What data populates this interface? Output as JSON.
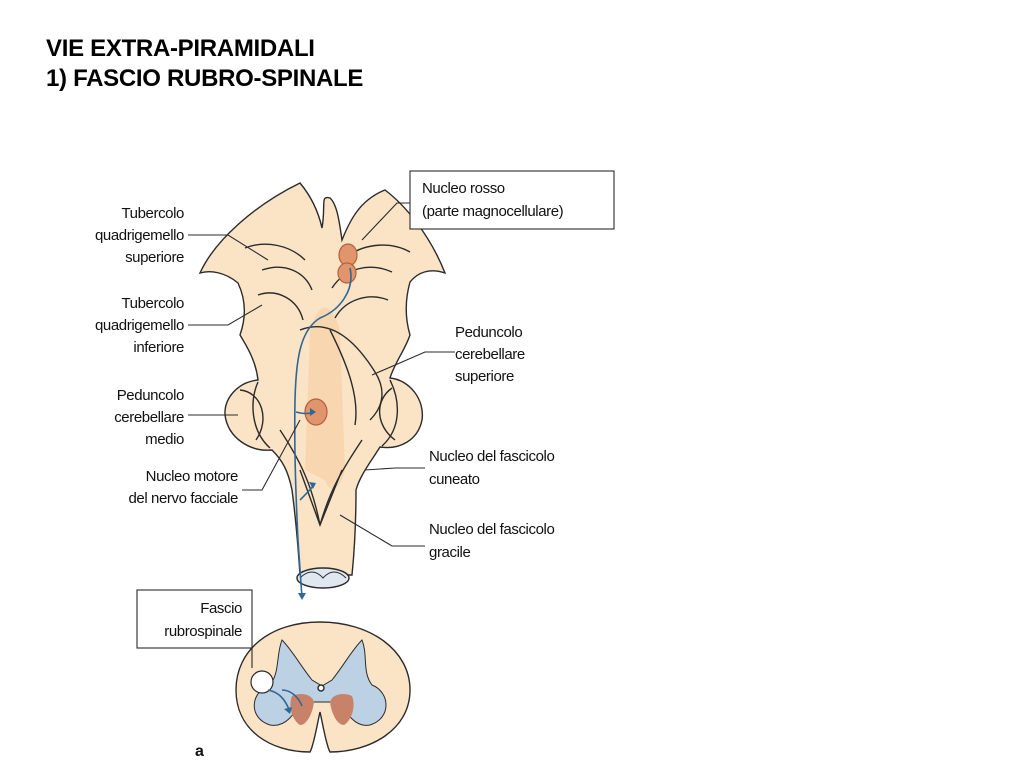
{
  "slide": {
    "title_line1": "VIE EXTRA-PIRAMIDALI",
    "title_line2": "1) FASCIO RUBRO-SPINALE"
  },
  "labels": {
    "nucleo_rosso": [
      "Nucleo rosso",
      "(parte magnocellulare)"
    ],
    "tubercolo_superiore": [
      "Tubercolo",
      "quadrigemello",
      "superiore"
    ],
    "tubercolo_inferiore": [
      "Tubercolo",
      "quadrigemello",
      "inferiore"
    ],
    "peduncolo_superiore": [
      "Peduncolo",
      "cerebellare",
      "superiore"
    ],
    "peduncolo_medio": [
      "Peduncolo",
      "cerebellare",
      "medio"
    ],
    "nucleo_cuneato": [
      "Nucleo del fascicolo",
      "cuneato"
    ],
    "nucleo_motore_facciale": [
      "Nucleo motore",
      "del nervo facciale"
    ],
    "nucleo_gracile": [
      "Nucleo del fascicolo",
      "gracile"
    ],
    "fascio_rubrospinale": [
      "Fascio",
      "rubrospinale"
    ],
    "figure_letter": "a"
  },
  "colors": {
    "brainstem_fill": "#fbe3c6",
    "brainstem_center": "#f8d6b0",
    "outline": "#2b2b2b",
    "nucleus": "#e1956d",
    "pathway": "#2f6797",
    "grey_matter": "#bcd1e4",
    "ventral_horn_motor": "#c9826a"
  }
}
